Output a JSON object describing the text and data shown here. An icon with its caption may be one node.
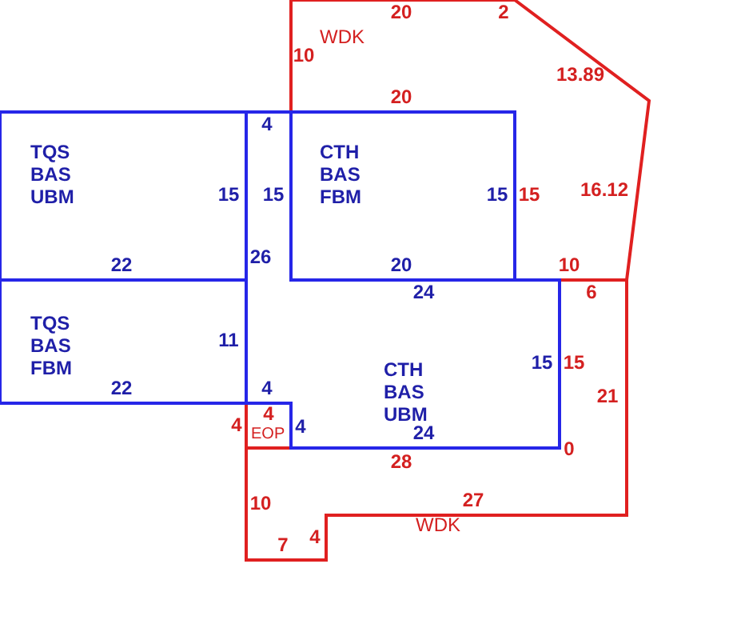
{
  "diagram": {
    "nodes": [
      {
        "text": [
          "TQS BAS UBM"
        ]
      },
      {
        "text": [
          "CTH BAS FBM"
        ]
      },
      {
        "text": [
          "TQS BAS FBM"
        ]
      },
      {
        "text": [
          "CTH BAS UBM"
        ]
      },
      {
        "text": [
          "WDK"
        ]
      },
      {
        "text": [
          "WDK"
        ]
      },
      {
        "text": [
          "EOP"
        ]
      }
    ],
    "labels": [
      "20",
      "2",
      "10",
      "13.89",
      "20",
      "4",
      "15",
      "15",
      "15",
      "15",
      "16.12",
      "22",
      "26",
      "20",
      "10",
      "24",
      "6",
      "11",
      "15",
      "15",
      "21",
      "22",
      "4",
      "4",
      "4",
      "4",
      "24",
      "0",
      "28",
      "10",
      "27",
      "7",
      "4"
    ]
  }
}
